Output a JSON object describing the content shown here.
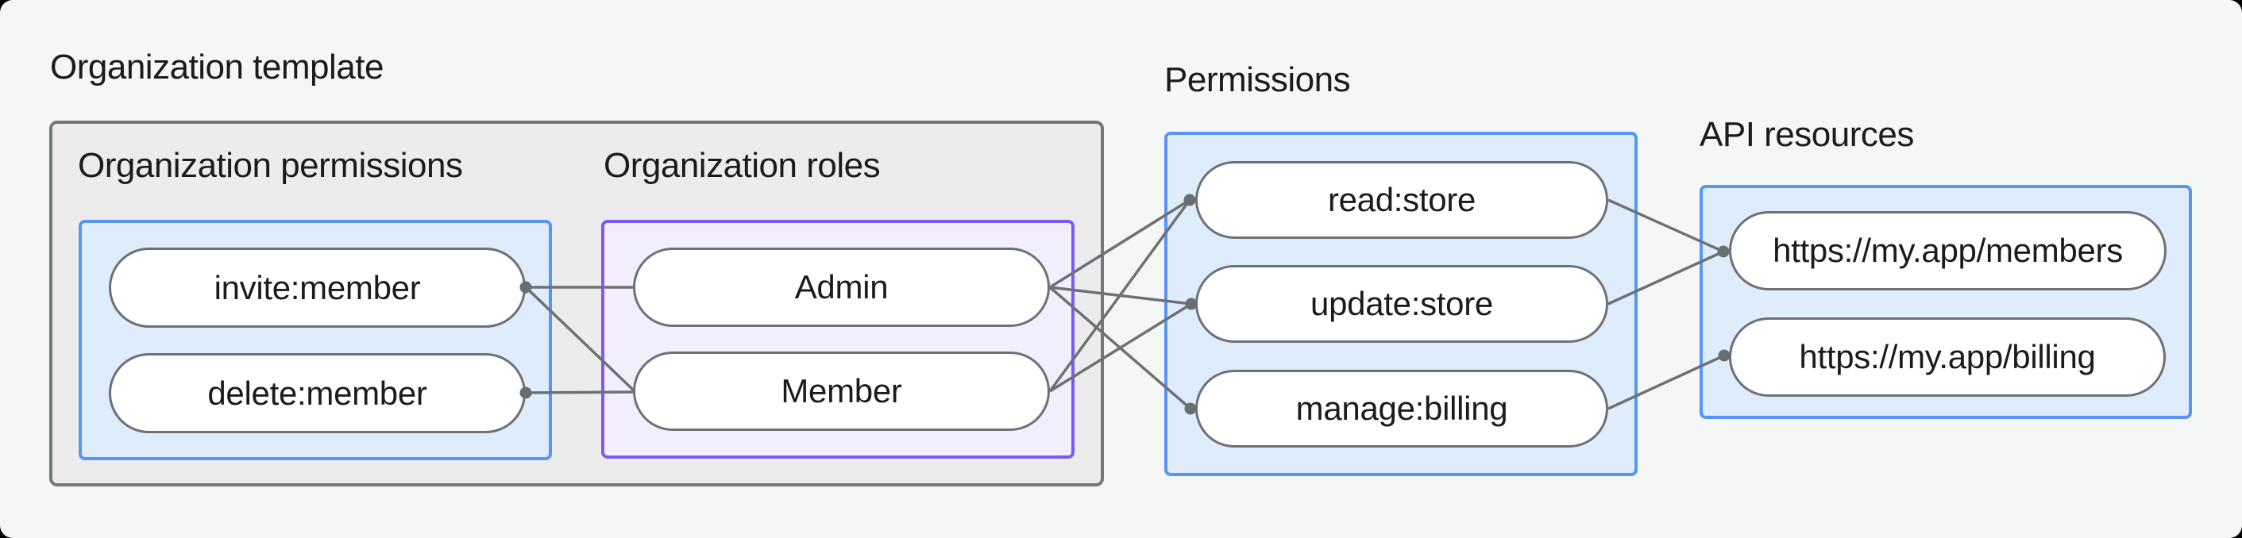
{
  "canvas": {
    "background": "#f5f6f6",
    "outside": "#000000"
  },
  "org_template": {
    "title": "Organization template",
    "permissions_group": {
      "title": "Organization permissions",
      "items": [
        "invite:member",
        "delete:member"
      ]
    },
    "roles_group": {
      "title": "Organization roles",
      "items": [
        "Admin",
        "Member"
      ]
    }
  },
  "permissions_panel": {
    "title": "Permissions",
    "items": [
      "read:store",
      "update:store",
      "manage:billing"
    ]
  },
  "api_panel": {
    "title": "API resources",
    "items": [
      "https://my.app/members",
      "https://my.app/billing"
    ]
  },
  "edges": [
    {
      "from": "invite:member",
      "to": "Admin"
    },
    {
      "from": "invite:member",
      "to": "Member"
    },
    {
      "from": "delete:member",
      "to": "Member"
    },
    {
      "from": "Admin",
      "to": "read:store"
    },
    {
      "from": "Admin",
      "to": "update:store"
    },
    {
      "from": "Admin",
      "to": "manage:billing"
    },
    {
      "from": "Member",
      "to": "read:store"
    },
    {
      "from": "Member",
      "to": "update:store"
    },
    {
      "from": "read:store",
      "to": "https://my.app/members"
    },
    {
      "from": "update:store",
      "to": "https://my.app/members"
    },
    {
      "from": "manage:billing",
      "to": "https://my.app/billing"
    }
  ],
  "colors": {
    "blue_panel_border": "#5896f5",
    "blue_panel_bg": "#dfecfc",
    "purple_panel_border": "#7b5bf1",
    "purple_panel_bg": "#f3eefc",
    "container_border": "#75787b",
    "container_bg": "#ececec",
    "pill_border": "#6e7174",
    "connector_line": "#6e7174",
    "connector_dot": "#696e73",
    "text": "#191c1f"
  }
}
